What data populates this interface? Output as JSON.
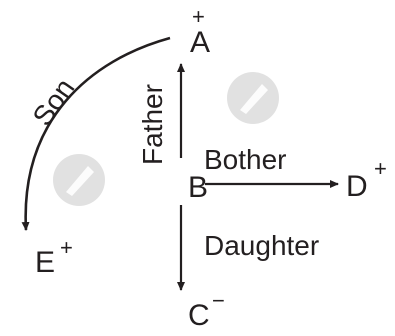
{
  "nodes": {
    "a": {
      "label": "A",
      "sign": "+"
    },
    "b": {
      "label": "B"
    },
    "c": {
      "label": "C",
      "sign": "−"
    },
    "d": {
      "label": "D",
      "sign": "+"
    },
    "e": {
      "label": "E",
      "sign": "+"
    }
  },
  "relations": {
    "father": "Father",
    "bother": "Bother",
    "daughter": "Daughter",
    "son": "Son"
  }
}
